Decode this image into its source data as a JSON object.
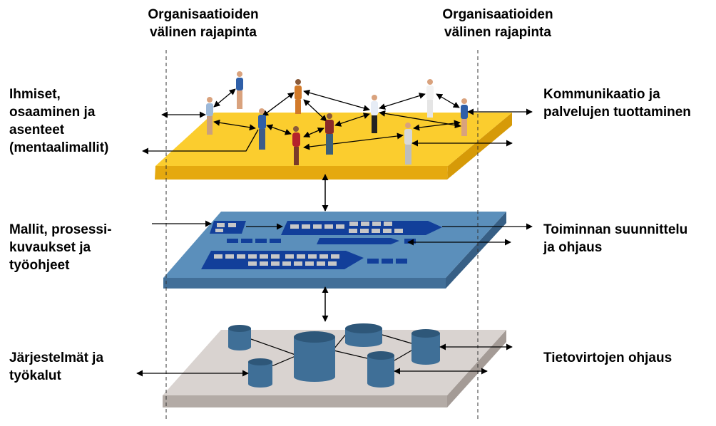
{
  "interface_labels": {
    "left": "Organisaatioiden\nvälinen rajapinta",
    "right": "Organisaatioiden\nvälinen rajapinta"
  },
  "left_labels": {
    "people": "Ihmiset,\nosaaminen ja\nasenteet\n(mentaalimallit)",
    "models": "Mallit, prosessi-\nkuvaukset ja\ntyöohjeet",
    "systems": "Järjestelmät ja\ntyökalut"
  },
  "right_labels": {
    "communication": "Kommunikaatio ja\npalvelujen tuottaminen",
    "planning": "Toiminnan suunnittelu\nja ohjaus",
    "dataflow": "Tietovirtojen ohjaus"
  },
  "colors": {
    "people_layer": "#fbcd2e",
    "people_layer_edge": "#e5a90f",
    "process_layer": "#5b8fbb",
    "process_layer_edge": "#426f98",
    "process_chevron": "#123f9a",
    "process_cell": "#c7c7c7",
    "systems_layer": "#d9d3d0",
    "systems_layer_edge": "#b3aba6",
    "cylinder": "#3f6f97",
    "cylinder_top": "#2e5779"
  },
  "icons": [
    "person-icon",
    "database-cylinder-icon",
    "process-chevron-icon",
    "double-arrow-icon"
  ]
}
